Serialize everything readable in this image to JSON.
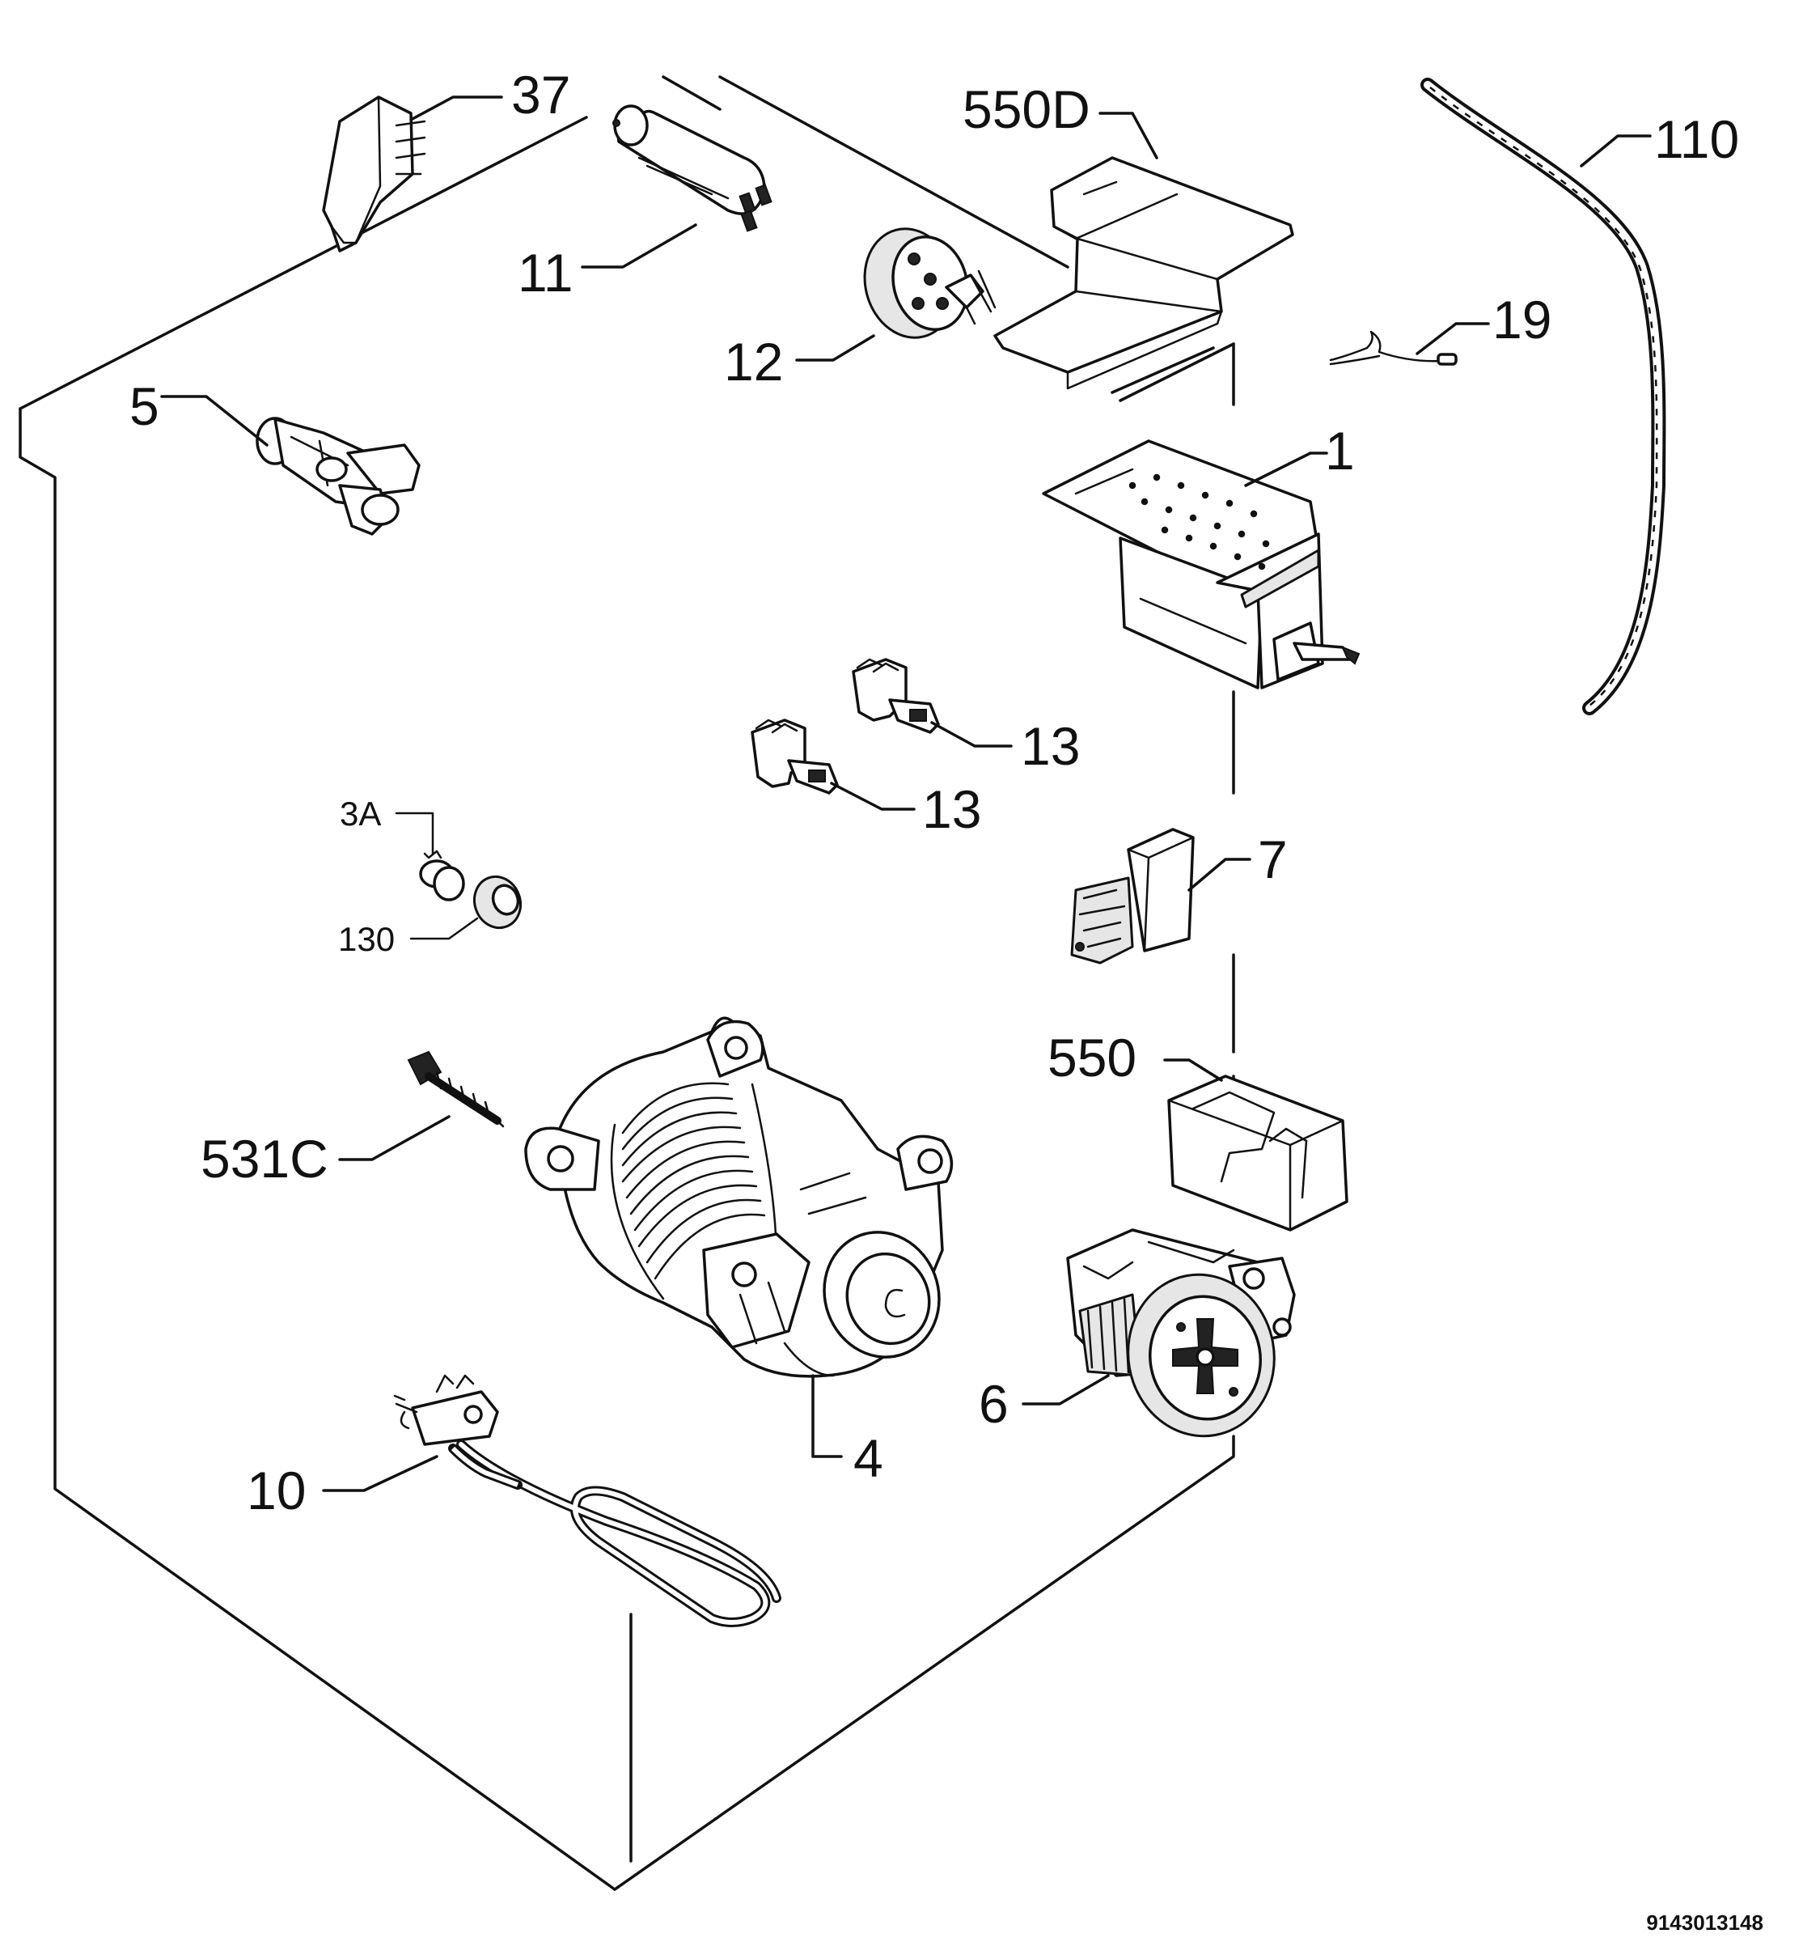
{
  "labels": {
    "p37": "37",
    "p550d": "550D",
    "p110": "110",
    "p11": "11",
    "p12": "12",
    "p19": "19",
    "p5": "5",
    "p1": "1",
    "p13a": "13",
    "p13b": "13",
    "p3a": "3A",
    "p130": "130",
    "p7": "7",
    "p550": "550",
    "p531c": "531C",
    "p4": "4",
    "p6": "6",
    "p10": "10"
  },
  "drawing_code": "9143013148"
}
